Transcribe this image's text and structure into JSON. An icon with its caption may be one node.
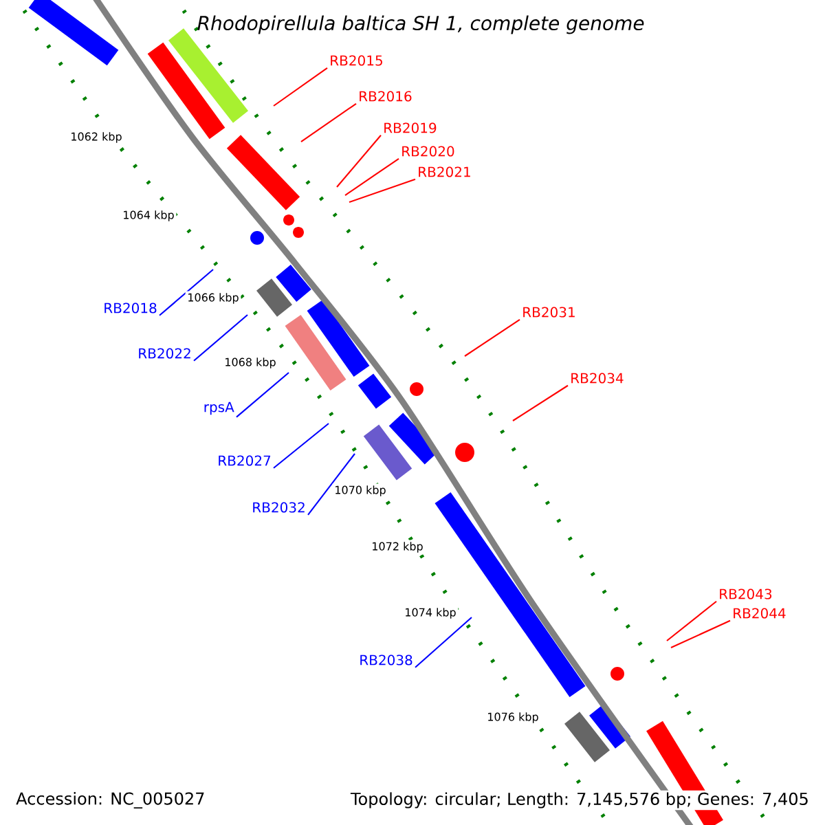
{
  "diagram": {
    "title": "*Rhodopirellula baltica SH 1, complete genome*",
    "nodes": [
      {
        "text": [
          "RB2015"
        ]
      },
      {
        "text": [
          "RB2016"
        ]
      },
      {
        "text": [
          "RB2019"
        ]
      },
      {
        "text": [
          "RB2020"
        ]
      },
      {
        "text": [
          "RB2021"
        ]
      },
      {
        "text": [
          "RB2018"
        ]
      },
      {
        "text": [
          "RB2031"
        ]
      },
      {
        "text": [
          "RB2022"
        ]
      },
      {
        "text": [
          "RB2034"
        ]
      },
      {
        "text": [
          "rpsA"
        ]
      },
      {
        "text": [
          "RB2027"
        ]
      },
      {
        "text": [
          "RB2032"
        ]
      },
      {
        "text": [
          "RB2043"
        ]
      },
      {
        "text": [
          "RB2044"
        ]
      },
      {
        "text": [
          "RB2038"
        ]
      }
    ],
    "edges": [
      {
        "from": 0,
        "to": null,
        "arrow": "none"
      },
      {
        "from": 1,
        "to": null,
        "arrow": "none"
      },
      {
        "from": 2,
        "to": null,
        "arrow": "none"
      },
      {
        "from": 3,
        "to": null,
        "arrow": "none"
      },
      {
        "from": 4,
        "to": null,
        "arrow": "none"
      },
      {
        "from": 5,
        "to": null,
        "arrow": "none",
        "color": "#0000ff"
      },
      {
        "from": 6,
        "to": null,
        "arrow": "none"
      },
      {
        "from": 7,
        "to": null,
        "arrow": "none",
        "color": "#0000ff"
      },
      {
        "from": 8,
        "to": null,
        "arrow": "none"
      },
      {
        "from": 9,
        "to": null,
        "arrow": "none",
        "color": "#0000ff"
      },
      {
        "from": 10,
        "to": null,
        "arrow": "none",
        "color": "#0000ff"
      },
      {
        "from": 11,
        "to": null,
        "arrow": "none",
        "color": "#0000ff"
      },
      {
        "from": 12,
        "to": null,
        "arrow": "none"
      },
      {
        "from": 13,
        "to": null,
        "arrow": "none"
      },
      {
        "from": 14,
        "to": null,
        "arrow": "none",
        "color": "#0000ff"
      }
    ],
    "labels": [
      "1062 kbp",
      "1064 kbp",
      "1066 kbp",
      "1068 kbp",
      "1070 kbp",
      "1072 kbp",
      "1074 kbp",
      "1076 kbp",
      "Accession: NC_005027",
      "Topology: circular; Length: 7,145,576 bp; Genes: 7,405"
    ]
  }
}
